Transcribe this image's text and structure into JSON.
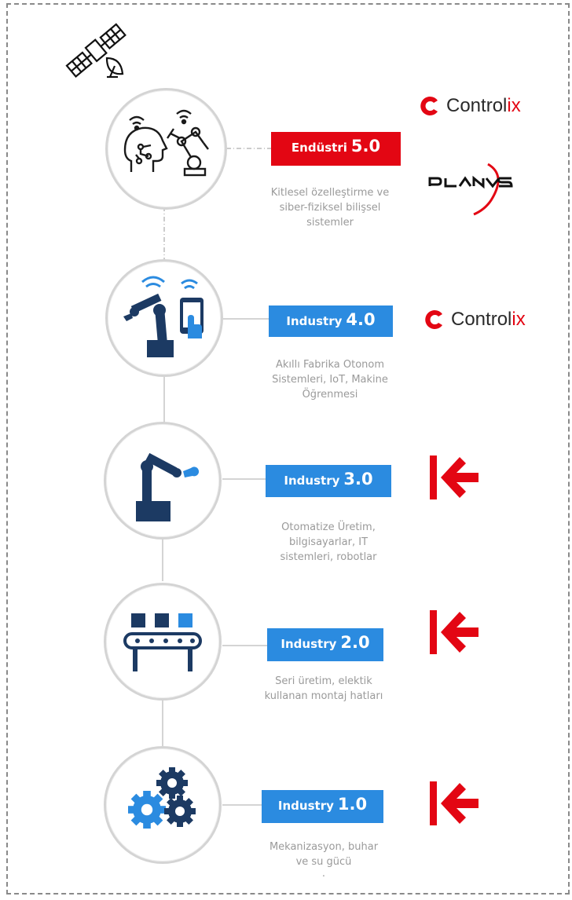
{
  "stages": [
    {
      "word": "Endüstri",
      "num": "5.0",
      "color": "red",
      "desc": [
        "Kitlesel özelleştirme ve",
        "siber-fiziksel bilişsel",
        "sistemler"
      ]
    },
    {
      "word": "Industry",
      "num": "4.0",
      "color": "blue",
      "desc": [
        "Akıllı Fabrika Otonom",
        "Sistemleri, IoT, Makine",
        "Öğrenmesi"
      ]
    },
    {
      "word": "Industry",
      "num": "3.0",
      "color": "blue",
      "desc": [
        "Otomatize Üretim,",
        "bilgisayarlar,  IT",
        "sistemleri, robotlar"
      ]
    },
    {
      "word": "Industry",
      "num": "2.0",
      "color": "blue",
      "desc": [
        "Seri üretim, elektik",
        "kullanan montaj hatları"
      ]
    },
    {
      "word": "Industry",
      "num": "1.0",
      "color": "blue",
      "desc": [
        "Mekanizasyon, buhar",
        "ve su gücü",
        "."
      ]
    }
  ],
  "logos": {
    "controlix_main": "Control",
    "controlix_accent": "ix",
    "planys": "PLANYS"
  },
  "colors": {
    "red": "#e30613",
    "blue": "#2b8be0",
    "navy": "#1c3a63"
  },
  "icons": [
    "satellite-icon",
    "ai-head-robot-icon",
    "robot-arm-tablet-icon",
    "robot-arm-icon",
    "conveyor-belt-icon",
    "gears-icon"
  ]
}
